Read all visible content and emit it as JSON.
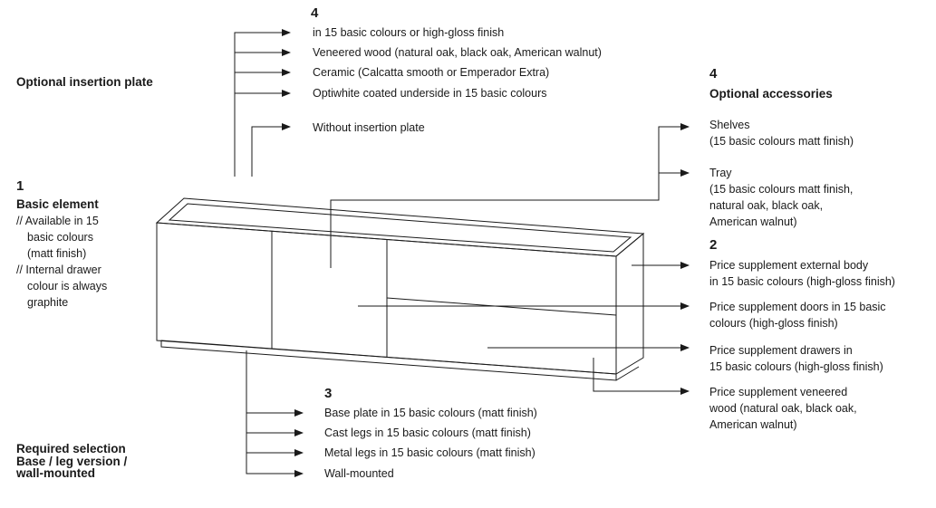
{
  "insertion": {
    "number": "4",
    "heading": "Optional insertion plate",
    "options": [
      "in 15 basic colours or high-gloss finish",
      "Veneered wood (natural oak, black oak, American walnut)",
      "Ceramic (Calcatta smooth or Emperador Extra)",
      "Optiwhite coated underside in 15 basic colours"
    ],
    "without": "Without insertion plate"
  },
  "basic": {
    "number": "1",
    "heading": "Basic element",
    "lines": [
      "// Available in 15",
      "basic colours",
      "(matt finish)",
      "// Internal drawer",
      "colour is always",
      "graphite"
    ]
  },
  "accessories": {
    "number": "4",
    "heading": "Optional accessories",
    "shelves": [
      "Shelves",
      "(15 basic colours matt finish)"
    ],
    "tray": [
      "Tray",
      "(15 basic colours matt finish,",
      "natural oak, black oak,",
      "American walnut)"
    ]
  },
  "supplements": {
    "number": "2",
    "body": [
      "Price supplement external body",
      "in 15 basic colours (high-gloss finish)"
    ],
    "doors": [
      "Price supplement doors in 15 basic",
      "colours (high-gloss finish)"
    ],
    "drawers": [
      "Price supplement drawers in",
      "15 basic colours (high-gloss finish)"
    ],
    "veneer": [
      "Price supplement veneered",
      "wood (natural oak, black oak,",
      "American walnut)"
    ]
  },
  "base": {
    "number": "3",
    "heading_lines": [
      "Required selection",
      "Base / leg version /",
      "wall-mounted"
    ],
    "options": [
      "Base plate in 15 basic colours (matt finish)",
      "Cast legs in 15 basic colours (matt finish)",
      "Metal legs in 15 basic colours (matt finish)",
      "Wall-mounted"
    ]
  }
}
